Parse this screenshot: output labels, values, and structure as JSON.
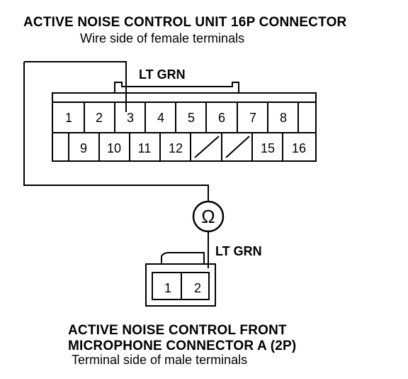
{
  "connector_top": {
    "title": "ACTIVE NOISE CONTROL UNIT 16P CONNECTOR",
    "subtitle": "Wire side of female terminals",
    "terminals_row1": [
      "1",
      "2",
      "3",
      "4",
      "5",
      "6",
      "7",
      "8"
    ],
    "terminals_row2": [
      "9",
      "10",
      "11",
      "12",
      "15",
      "16"
    ]
  },
  "wire_top": {
    "label": "LT GRN"
  },
  "meter": {
    "symbol": "Ω"
  },
  "wire_bottom": {
    "label": "LT GRN"
  },
  "connector_bottom": {
    "title_line1": "ACTIVE NOISE CONTROL FRONT",
    "title_line2": "MICROPHONE CONNECTOR A (2P)",
    "subtitle": "Terminal side of male terminals",
    "terminals": [
      "1",
      "2"
    ]
  }
}
